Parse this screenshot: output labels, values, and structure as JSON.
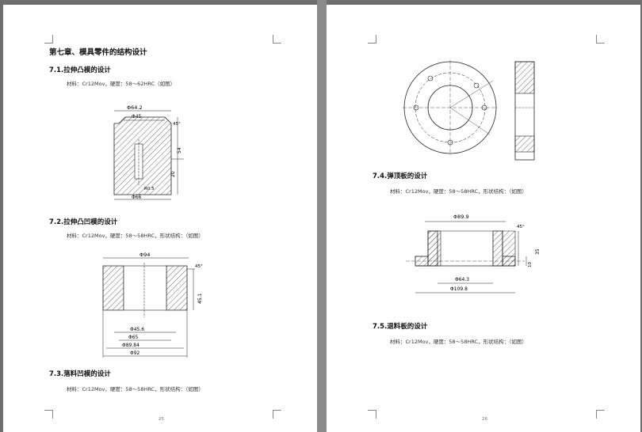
{
  "left_page": {
    "chapter_title": "第七章、模具零件的结构设计",
    "sections": [
      {
        "title": "7.1.拉伸凸模的设计",
        "material": "材料：Cr12Mov，硬度：58～62HRC（如图）"
      },
      {
        "title": "7.2.拉伸凸凹模的设计",
        "material": "材料：Cr12Mov，硬度：58～58HRC，形状结构：（如图）"
      },
      {
        "title": "7.3.落料凹模的设计",
        "material": "材料：Cr12Mov，硬度：58～58HRC，形状结构：（如图）"
      }
    ],
    "page_number": "25",
    "fig1": {
      "d1": "Φ64.2",
      "d2": "Φ45",
      "h": "54",
      "h2": "20",
      "r": "R0.5",
      "d3": "Φ66",
      "angle": "45°"
    },
    "fig2": {
      "d1": "Φ94",
      "d2": "Φ45.6",
      "d3": "Φ65",
      "d4": "Φ89.84",
      "d5": "Φ92",
      "h": "45.1",
      "angle": "45°"
    }
  },
  "right_page": {
    "sections": [
      {
        "title": "7.4.弹顶板的设计",
        "material": "材料：Cr12Mov，硬度：58～58HRC，形状结构：（如图）"
      },
      {
        "title": "7.5.退料板的设计",
        "material": "材料：Cr12Mov，硬度：58～58HRC，形状结构：（如图）"
      }
    ],
    "page_number": "26",
    "fig3": {
      "d1": "Φ89.9",
      "d2": "Φ64.3",
      "d3": "Φ109.8",
      "h1": "35",
      "h2": "10",
      "angle": "45°"
    }
  }
}
